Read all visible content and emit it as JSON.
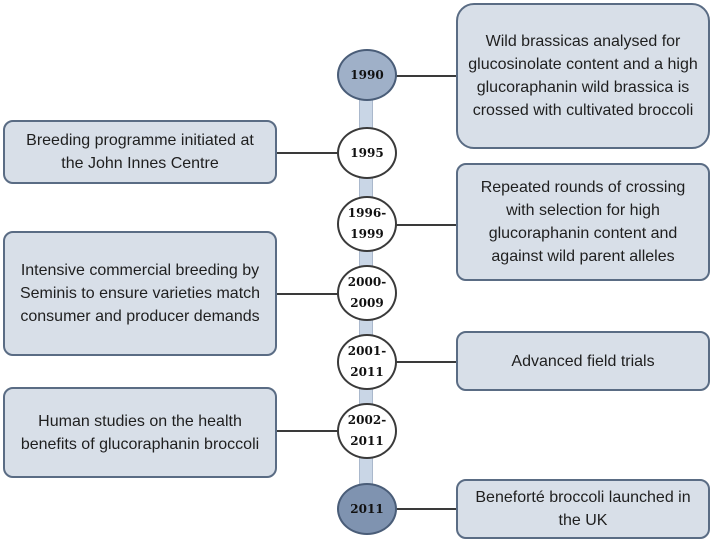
{
  "colors": {
    "box_fill": "#d8dfe8",
    "box_border": "#5a6c84",
    "spine": "#c9d6e6",
    "node_filled_1990": "#9fb0c8",
    "node_filled_2011": "#7f93b0"
  },
  "events": [
    {
      "year": "1990",
      "description": "Wild brassicas analysed for glucosinolate content and a high glucoraphanin wild brassica is crossed with cultivated broccoli"
    },
    {
      "year": "1995",
      "description": "Breeding programme initiated at the John Innes Centre"
    },
    {
      "year": "1996-1999",
      "description": "Repeated rounds of crossing with selection for high glucoraphanin content and against wild parent alleles"
    },
    {
      "year": "2000-2009",
      "description": "Intensive commercial breeding by Seminis to ensure varieties match consumer and producer demands"
    },
    {
      "year": "2001-2011",
      "description": "Advanced field trials"
    },
    {
      "year": "2002-2011",
      "description": "Human studies on the health benefits of glucoraphanin broccoli"
    },
    {
      "year": "2011",
      "description": "Beneforté broccoli launched in the UK"
    }
  ]
}
